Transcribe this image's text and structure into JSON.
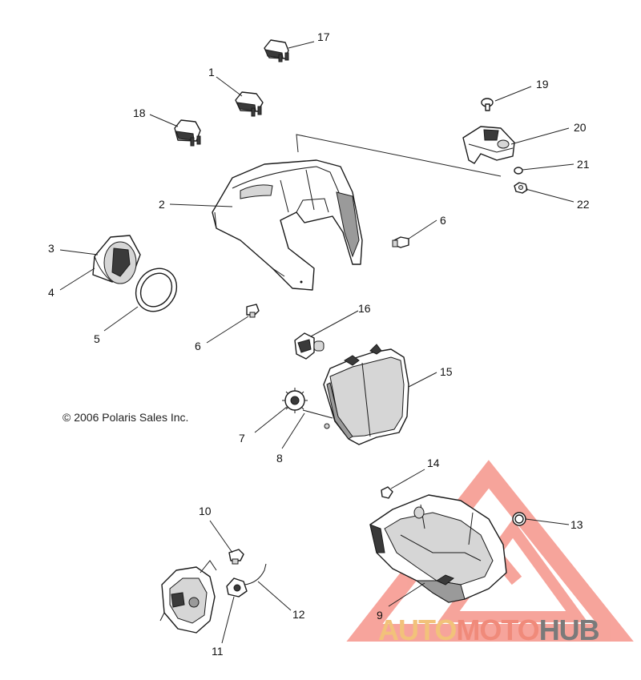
{
  "copyright": "© 2006 Polaris Sales Inc.",
  "watermark": {
    "part1": "AUTO",
    "part2": "MOTO",
    "part3": "HUB",
    "colors": {
      "triangle": "#f05a4a",
      "auto": "#f2c27a",
      "moto": "#f08a7a",
      "hub": "#7a7a7a"
    }
  },
  "callouts": {
    "c1": "1",
    "c2": "2",
    "c3": "3",
    "c4": "4",
    "c5": "5",
    "c6a": "6",
    "c6b": "6",
    "c7": "7",
    "c8": "8",
    "c9": "9",
    "c10": "10",
    "c11": "11",
    "c12": "12",
    "c13": "13",
    "c14": "14",
    "c15": "15",
    "c16": "16",
    "c17": "17",
    "c18": "18",
    "c19": "19",
    "c20": "20",
    "c21": "21",
    "c22": "22"
  }
}
